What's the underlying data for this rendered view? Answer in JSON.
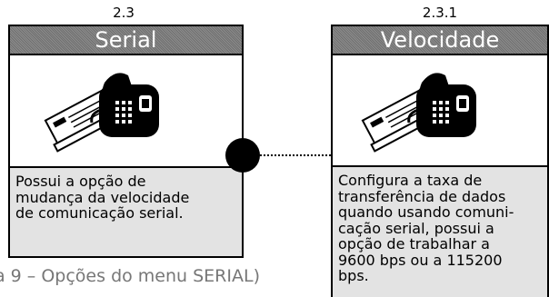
{
  "left_card": {
    "number": "2.3",
    "title": "Serial",
    "description": "Possui a opção de\nmudança da velocidade\nde comunicação serial.",
    "icon": "phone-modem-icon"
  },
  "right_card": {
    "number": "2.3.1",
    "title": "Velocidade",
    "description": "Configura a taxa de\ntransferência de dados\nquando usando comuni-\ncação serial, possui a\nopção de trabalhar a\n9600 bps ou a 115200\nbps.",
    "icon": "phone-modem-icon"
  },
  "caption": "a 9 – Opções do menu SERIAL)",
  "colors": {
    "title_bg": "#7f7f7f",
    "desc_bg": "#e3e3e3",
    "caption": "#777777"
  }
}
